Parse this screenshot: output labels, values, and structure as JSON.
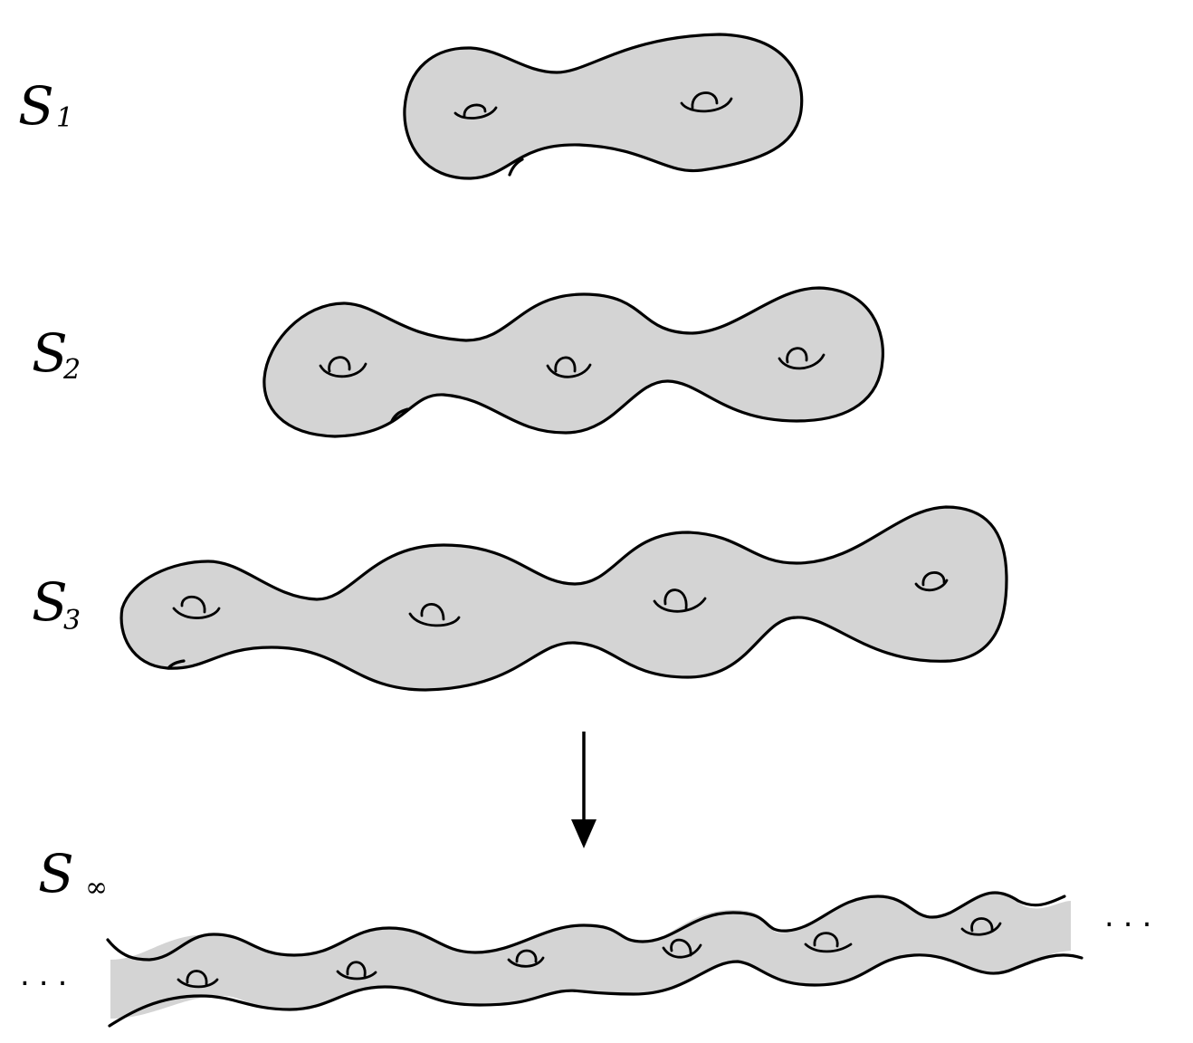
{
  "surfaces": [
    {
      "letter": "S",
      "index": "1",
      "holes": 2
    },
    {
      "letter": "S",
      "index": "2",
      "holes": 3
    },
    {
      "letter": "S",
      "index": "3",
      "holes": 4
    }
  ],
  "limit": {
    "letter": "S",
    "index": "∞",
    "visible_holes": 6
  },
  "ellipsis": {
    "left": "...",
    "right": "..."
  },
  "colors": {
    "surface_fill": "#d4d4d4",
    "outline": "#000000",
    "background": "#ffffff"
  }
}
